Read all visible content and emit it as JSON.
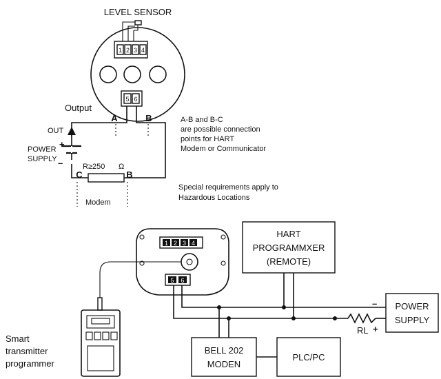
{
  "top": {
    "title": "LEVEL SENSOR",
    "terminals_sensor": [
      "1",
      "2",
      "3",
      "4"
    ],
    "terminals_output": [
      "5",
      "6"
    ],
    "output_label": "Output",
    "point_a": "A",
    "point_b": "B",
    "point_c": "C",
    "out_label": "OUT",
    "power_supply_line1": "POWER",
    "power_supply_line2": "SUPPLY",
    "plus": "+",
    "minus": "–",
    "resistor_label": "R≥250",
    "ohm": "Ω",
    "modem_label": "Modem",
    "note_ab_lines": [
      "A-B and B-C",
      "are possible connection",
      "points for HART",
      "Modem or Communicator"
    ],
    "note_special_lines": [
      "Special requirements apply  to",
      "Hazardous Locations"
    ]
  },
  "bottom": {
    "terminals_top": [
      "1",
      "2",
      "3",
      "4"
    ],
    "terminals_bottom": [
      "5",
      "6"
    ],
    "hart_lines": [
      "HART",
      "PROGRAMMXER",
      "(REMOTE)"
    ],
    "power_supply_lines": [
      "POWER",
      "SUPPLY"
    ],
    "minus": "–",
    "plus": "+",
    "rl_label": "RL",
    "bell_lines": [
      "BELL 202",
      "MODEN"
    ],
    "plc_label": "PLC/PC",
    "smart_lines": [
      "Smart",
      "transmitter",
      "programmer"
    ]
  }
}
